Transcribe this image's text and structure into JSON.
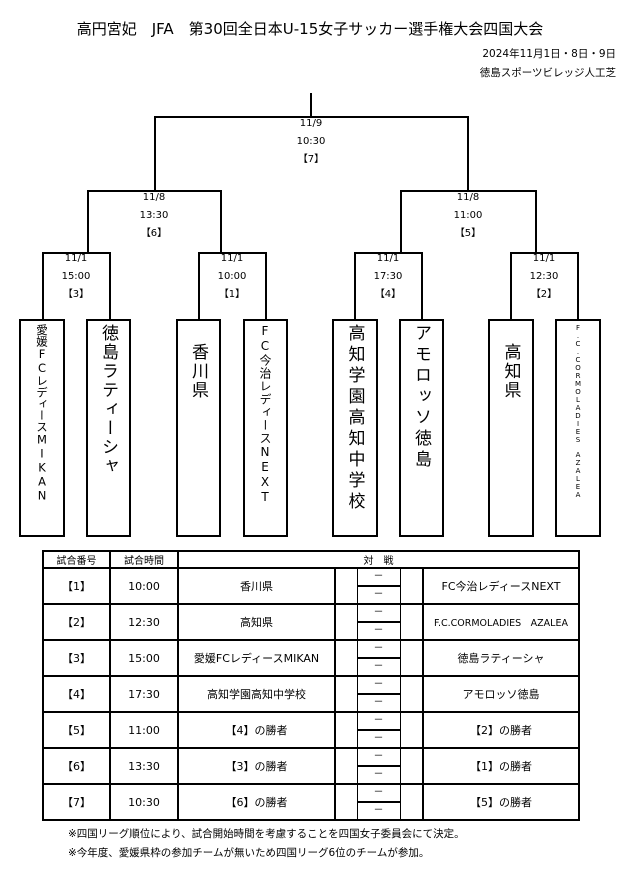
{
  "header": {
    "title": "高円宮妃　JFA　第30回全日本U-15女子サッカー選手権大会四国大会",
    "date": "2024年11月1日・8日・9日",
    "venue": "徳島スポーツビレッジ人工芝"
  },
  "bracket": {
    "final": {
      "date": "11/9",
      "time": "10:30",
      "no": "【7】"
    },
    "semis": [
      {
        "date": "11/8",
        "time": "13:30",
        "no": "【6】"
      },
      {
        "date": "11/8",
        "time": "11:00",
        "no": "【5】"
      }
    ],
    "quarters": [
      {
        "date": "11/1",
        "time": "15:00",
        "no": "【3】"
      },
      {
        "date": "11/1",
        "time": "10:00",
        "no": "【1】"
      },
      {
        "date": "11/1",
        "time": "17:30",
        "no": "【4】"
      },
      {
        "date": "11/1",
        "time": "12:30",
        "no": "【2】"
      }
    ],
    "teams": [
      "愛媛FCレディースMIKAN",
      "徳島ラティーシャ",
      "香川県",
      "FC今治レディースNEXT",
      "高知学園高知中学校",
      "アモロッソ徳島",
      "高知県",
      "F.C.CORMOLADIES　AZALEA"
    ]
  },
  "table": {
    "headers": {
      "no": "試合番号",
      "time": "試合時間",
      "match": "対　戦"
    },
    "score_mark": "－",
    "rows": [
      {
        "no": "【1】",
        "time": "10:00",
        "home": "香川県",
        "away": "FC今治レディースNEXT"
      },
      {
        "no": "【2】",
        "time": "12:30",
        "home": "高知県",
        "away": "F.C.CORMOLADIES　AZALEA"
      },
      {
        "no": "【3】",
        "time": "15:00",
        "home": "愛媛FCレディースMIKAN",
        "away": "徳島ラティーシャ"
      },
      {
        "no": "【4】",
        "time": "17:30",
        "home": "高知学園高知中学校",
        "away": "アモロッソ徳島"
      },
      {
        "no": "【5】",
        "time": "11:00",
        "home": "【4】の勝者",
        "away": "【2】の勝者"
      },
      {
        "no": "【6】",
        "time": "13:30",
        "home": "【3】の勝者",
        "away": "【1】の勝者"
      },
      {
        "no": "【7】",
        "time": "10:30",
        "home": "【6】の勝者",
        "away": "【5】の勝者"
      }
    ]
  },
  "notes": [
    "※四国リーグ順位により、試合開始時間を考慮することを四国女子委員会にて決定。",
    "※今年度、愛媛県枠の参加チームが無いため四国リーグ6位のチームが参加。"
  ]
}
